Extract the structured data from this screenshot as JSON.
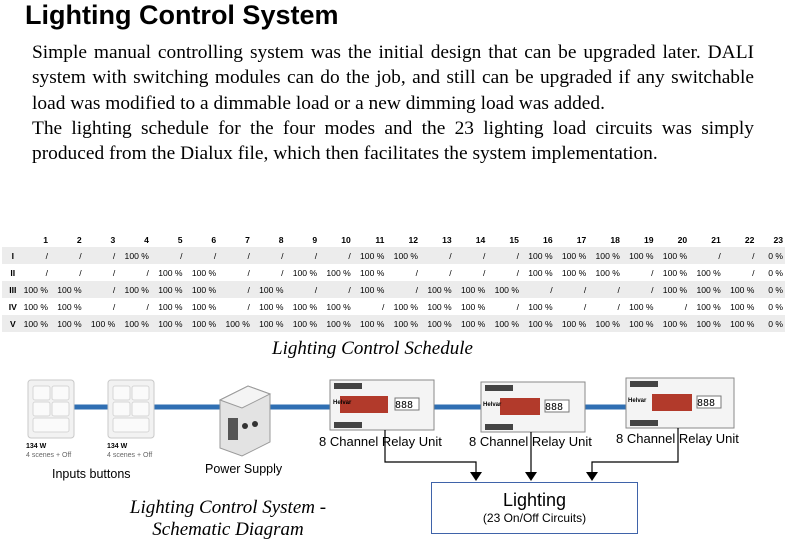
{
  "title": "Lighting Control System",
  "paragraphs": [
    "Simple manual controlling system was the initial design that can be upgraded later. DALI system with switching modules can do the job, and still can be upgraded if any switchable load was modified to a dimmable load or a new dimming load was added.",
    "The lighting schedule for the four modes and the 23 lighting load circuits was simply produced from the Dialux file, which then facilitates the system implementation."
  ],
  "schedule": {
    "columns": [
      "1",
      "2",
      "3",
      "4",
      "5",
      "6",
      "7",
      "8",
      "9",
      "10",
      "11",
      "12",
      "13",
      "14",
      "15",
      "16",
      "17",
      "18",
      "19",
      "20",
      "21",
      "22",
      "23"
    ],
    "rows": [
      {
        "mode": "I",
        "cells": [
          "/",
          "/",
          "/",
          "100 %",
          "/",
          "/",
          "/",
          "/",
          "/",
          "/",
          "100 %",
          "100 %",
          "/",
          "/",
          "/",
          "100 %",
          "100 %",
          "100 %",
          "100 %",
          "100 %",
          "/",
          "/",
          "0 %"
        ]
      },
      {
        "mode": "II",
        "cells": [
          "/",
          "/",
          "/",
          "/",
          "100 %",
          "100 %",
          "/",
          "/",
          "100 %",
          "100 %",
          "100 %",
          "/",
          "/",
          "/",
          "/",
          "100 %",
          "100 %",
          "100 %",
          "/",
          "100 %",
          "100 %",
          "/",
          "0 %"
        ]
      },
      {
        "mode": "III",
        "cells": [
          "100 %",
          "100 %",
          "/",
          "100 %",
          "100 %",
          "100 %",
          "/",
          "100 %",
          "/",
          "/",
          "100 %",
          "/",
          "100 %",
          "100 %",
          "100 %",
          "/",
          "/",
          "/",
          "/",
          "100 %",
          "100 %",
          "100 %",
          "0 %"
        ]
      },
      {
        "mode": "IV",
        "cells": [
          "100 %",
          "100 %",
          "/",
          "/",
          "100 %",
          "100 %",
          "/",
          "100 %",
          "100 %",
          "100 %",
          "/",
          "100 %",
          "100 %",
          "100 %",
          "/",
          "100 %",
          "/",
          "/",
          "100 %",
          "/",
          "100 %",
          "100 %",
          "0 %"
        ]
      },
      {
        "mode": "V",
        "cells": [
          "100 %",
          "100 %",
          "100 %",
          "100 %",
          "100 %",
          "100 %",
          "100 %",
          "100 %",
          "100 %",
          "100 %",
          "100 %",
          "100 %",
          "100 %",
          "100 %",
          "100 %",
          "100 %",
          "100 %",
          "100 %",
          "100 %",
          "100 %",
          "100 %",
          "100 %",
          "0 %"
        ]
      }
    ]
  },
  "schedule_caption": "Lighting Control Schedule",
  "diagram": {
    "button_power": "134 W",
    "button_scenes": "4 scenes + Off",
    "inputs_label": "Inputs buttons",
    "power_label": "Power Supply",
    "relay_label": "8 Channel  Relay Unit",
    "relay_display": "888",
    "relay_brand": "Helvar",
    "lighting_title": "Lighting",
    "lighting_sub": "(23 On/Off Circuits)",
    "caption_line1": "Lighting Control System -",
    "caption_line2": "Schematic Diagram",
    "colors": {
      "bus": "#2f6fb3",
      "box": "#3f63a9",
      "display": "#b23a2b"
    }
  }
}
